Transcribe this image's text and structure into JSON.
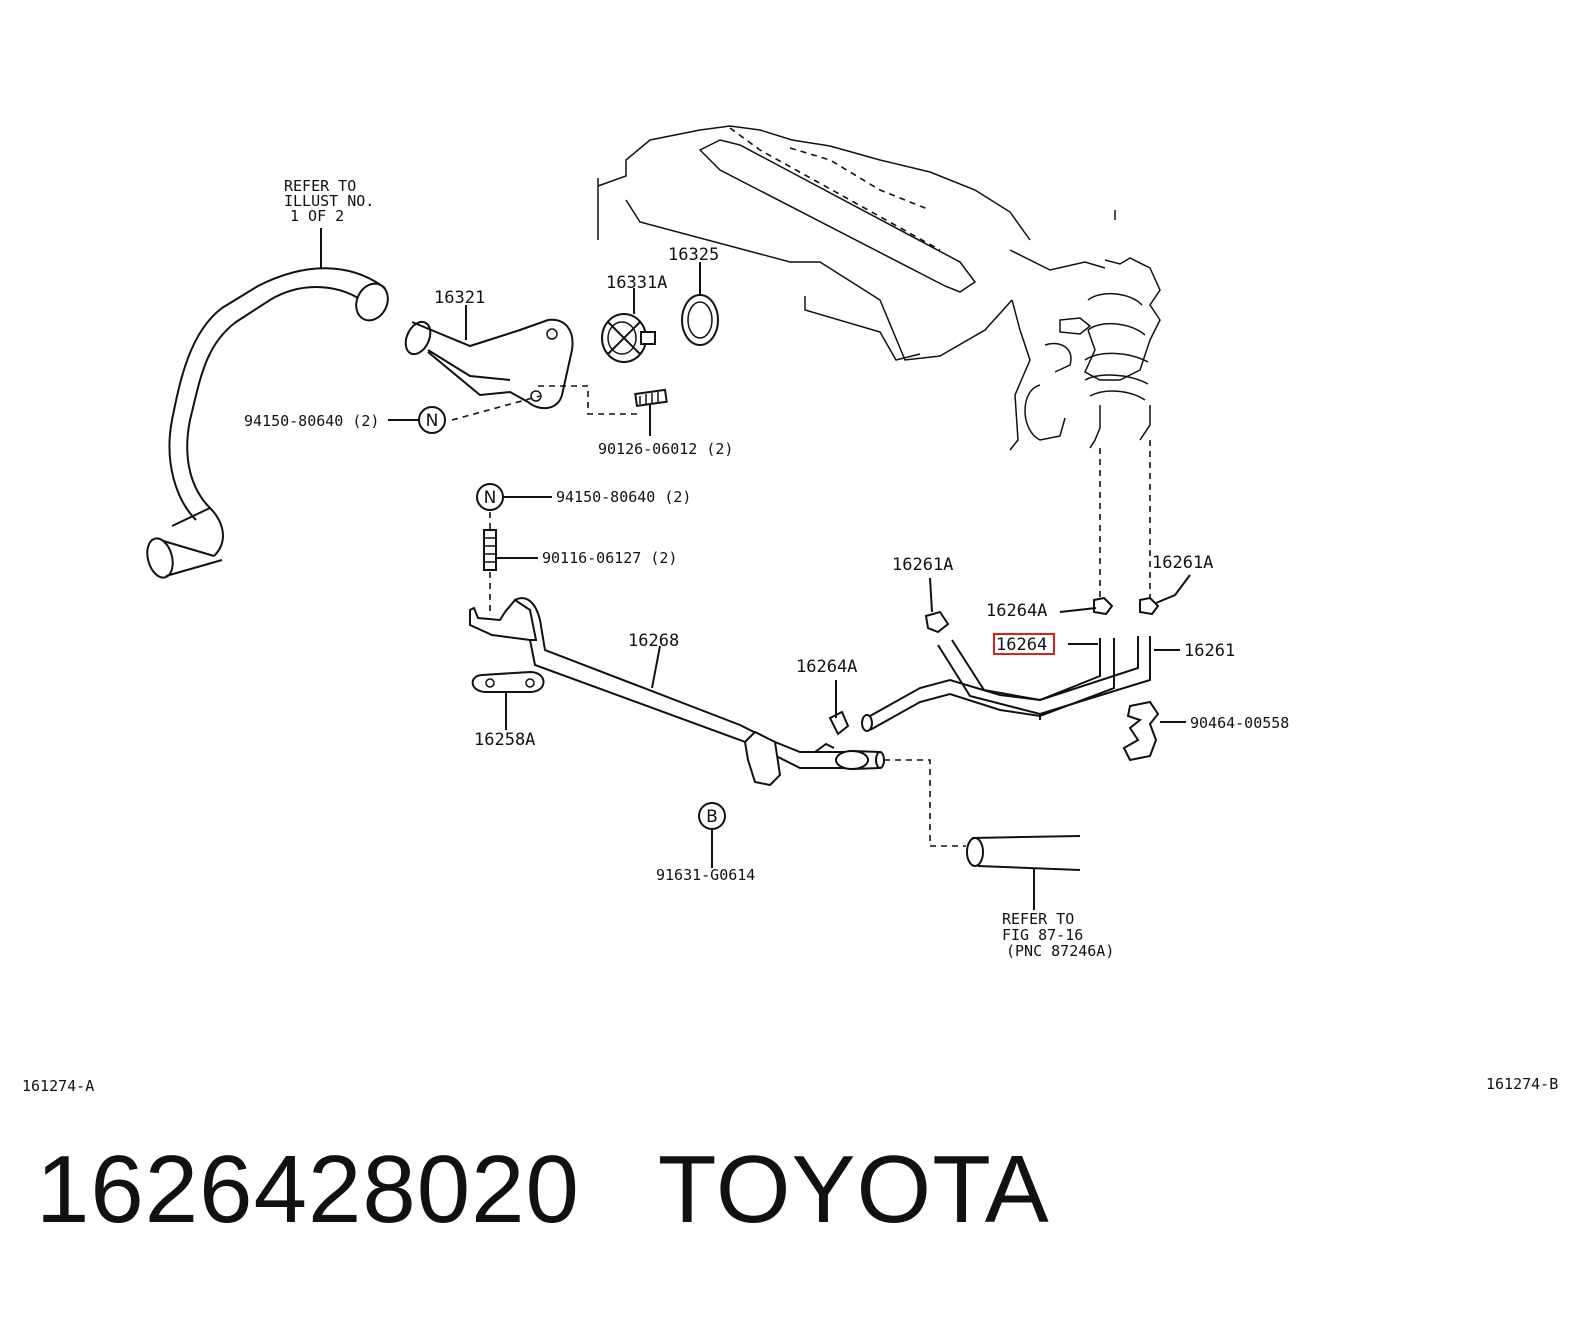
{
  "diagram": {
    "refer_top_left": [
      "REFER TO",
      "ILLUST NO.",
      "1 OF 2"
    ],
    "refer_bottom": [
      "REFER  TO",
      "FIG 87-16",
      "(PNC 87246A)"
    ],
    "part_labels": {
      "p16321": "16321",
      "p16331A": "16331A",
      "p16325": "16325",
      "p94150_top": "94150-80640 (2)",
      "p90126": "90126-06012 (2)",
      "p94150_mid": "94150-80640 (2)",
      "p90116": "90116-06127 (2)",
      "p16268": "16268",
      "p16258A": "16258A",
      "p16264A_mid": "16264A",
      "p91631": "91631-G0614",
      "p16261A_left": "16261A",
      "p16261A_right": "16261A",
      "p16264A_right": "16264A",
      "p16264": "16264",
      "p16261": "16261",
      "p90464": "90464-00558"
    },
    "callout_symbols": {
      "n_top": "N",
      "n_mid": "N",
      "b": "B"
    },
    "sheet_refs": {
      "left": "161274-A",
      "right": "161274-B"
    },
    "highlight_color": "#e0201a"
  },
  "footer": {
    "part_number": "1626428020",
    "brand": "TOYOTA"
  }
}
